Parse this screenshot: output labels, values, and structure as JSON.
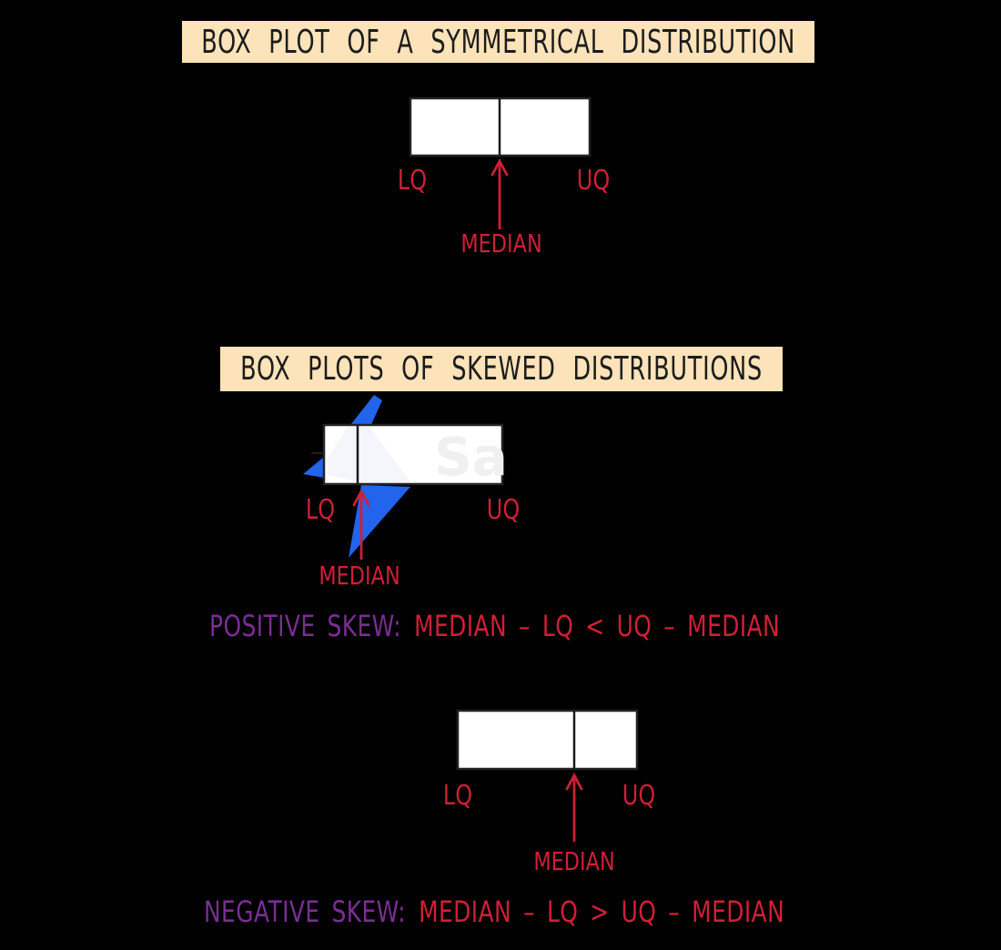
{
  "banner1": {
    "title": "BOX PLOT OF A SYMMETRICAL DISTRIBUTION"
  },
  "banner2": {
    "title": "BOX PLOTS OF SKEWED DISTRIBUTIONS"
  },
  "fig_symmetric": {
    "lq": "LQ",
    "uq": "UQ",
    "median": "MEDIAN"
  },
  "fig_positive": {
    "lq": "LQ",
    "uq": "UQ",
    "median": "MEDIAN",
    "watermark": "Sa"
  },
  "fig_negative": {
    "lq": "LQ",
    "uq": "UQ",
    "median": "MEDIAN"
  },
  "formula_positive": {
    "label": "POSITIVE SKEW:",
    "expression": "MEDIAN – LQ < UQ – MEDIAN"
  },
  "formula_negative": {
    "label": "NEGATIVE SKEW:",
    "expression": "MEDIAN – LQ > UQ – MEDIAN"
  },
  "colors": {
    "background": "#000000",
    "banner_background": "#FCE3BA",
    "banner_text": "#1C1C1C",
    "annotation_red": "#D01F36",
    "skew_purple": "#7A2E93",
    "bolt_blue": "#2264EB",
    "box_fill": "#FFFFFF",
    "box_stroke": "#242424",
    "watermark_gray": "#F0F0F0"
  }
}
